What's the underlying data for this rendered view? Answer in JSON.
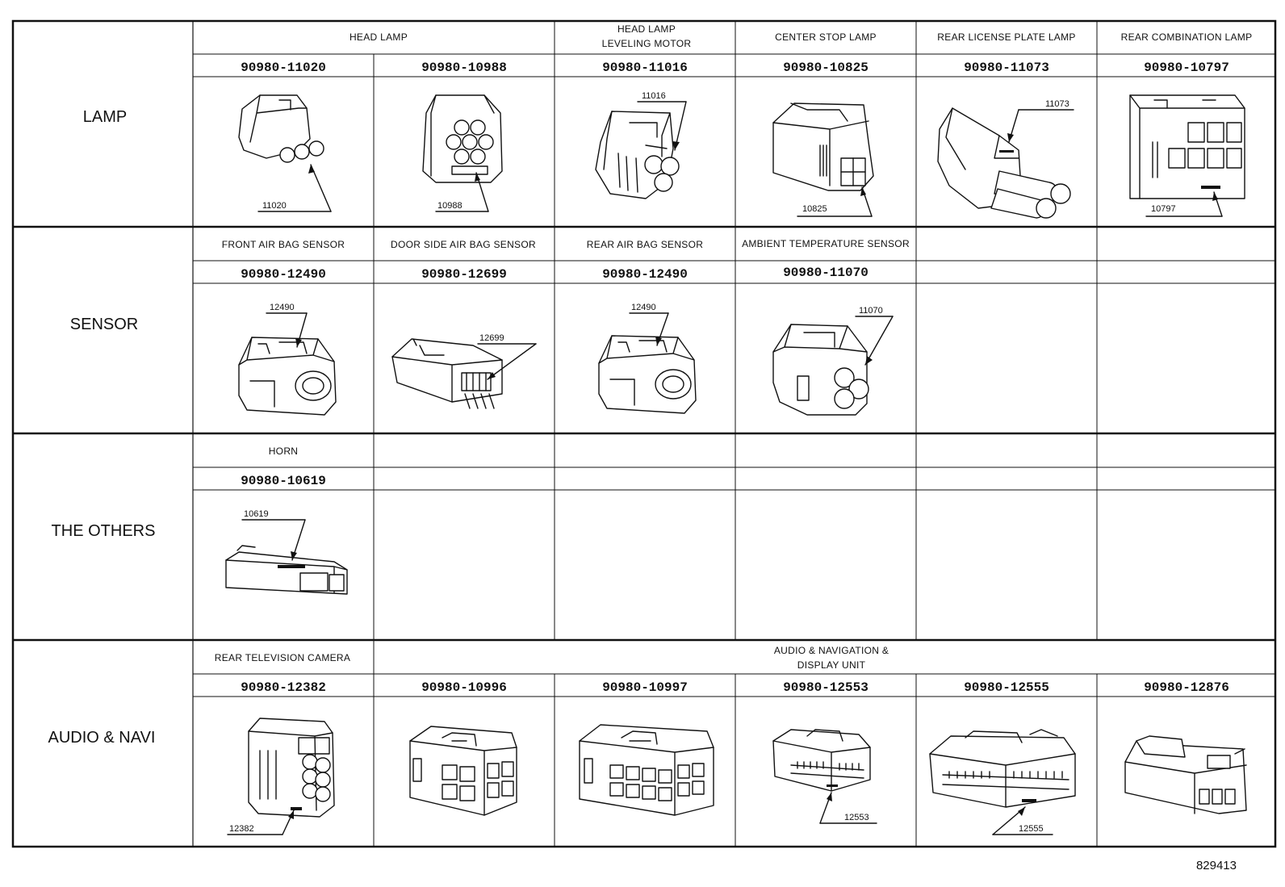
{
  "categories": [
    {
      "label": "LAMP"
    },
    {
      "label": "SENSOR"
    },
    {
      "label": "THE OTHERS"
    },
    {
      "label": "AUDIO & NAVI"
    }
  ],
  "lamp": {
    "headers": {
      "head_lamp": "HEAD LAMP",
      "leveling_line1": "HEAD LAMP",
      "leveling_line2": "LEVELING MOTOR",
      "center_stop": "CENTER STOP LAMP",
      "rear_license": "REAR LICENSE PLATE LAMP",
      "rear_combination": "REAR COMBINATION LAMP"
    },
    "parts": [
      "90980-11020",
      "90980-10988",
      "90980-11016",
      "90980-10825",
      "90980-11073",
      "90980-10797"
    ],
    "callouts": [
      "11020",
      "10988",
      "11016",
      "10825",
      "11073",
      "10797"
    ]
  },
  "sensor": {
    "headers": [
      "FRONT AIR BAG SENSOR",
      "DOOR SIDE AIR BAG SENSOR",
      "REAR AIR BAG SENSOR",
      "AMBIENT TEMPERATURE SENSOR"
    ],
    "parts": [
      "90980-12490",
      "90980-12699",
      "90980-12490",
      "90980-11070"
    ],
    "callouts": [
      "12490",
      "12699",
      "12490",
      "11070"
    ]
  },
  "others": {
    "headers": [
      "HORN"
    ],
    "parts": [
      "90980-10619"
    ],
    "callouts": [
      "10619"
    ]
  },
  "audio": {
    "headers": {
      "camera": "REAR TELEVISION CAMERA",
      "navi_line1": "AUDIO & NAVIGATION &",
      "navi_line2": "DISPLAY UNIT"
    },
    "parts": [
      "90980-12382",
      "90980-10996",
      "90980-10997",
      "90980-12553",
      "90980-12555",
      "90980-12876"
    ],
    "callouts": [
      "12382",
      "12553",
      "12555"
    ]
  },
  "figure_number": "829413"
}
